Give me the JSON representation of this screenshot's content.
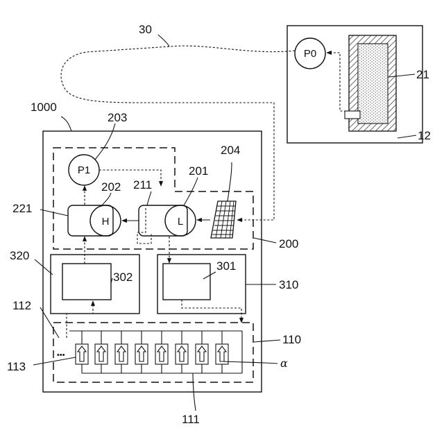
{
  "labels": {
    "tube": "30",
    "supply_pump": "P0",
    "tank": "21",
    "supply_unit": "12",
    "apparatus": "1000",
    "pump_p1": "203",
    "pump_p1_symbol": "P1",
    "filter": "204",
    "low_chamber": "201",
    "low_chamber_symbol": "L",
    "high_chamber": "202",
    "high_chamber_symbol": "H",
    "low_sub": "211",
    "high_sub": "221",
    "module_200": "200",
    "left_module": "320",
    "left_module_inner": "302",
    "right_module_inner": "301",
    "right_module": "310",
    "array_line": "112",
    "array_box": "110",
    "cell": "113",
    "alpha": "α",
    "bus": "111",
    "ellipsis": "•••"
  }
}
